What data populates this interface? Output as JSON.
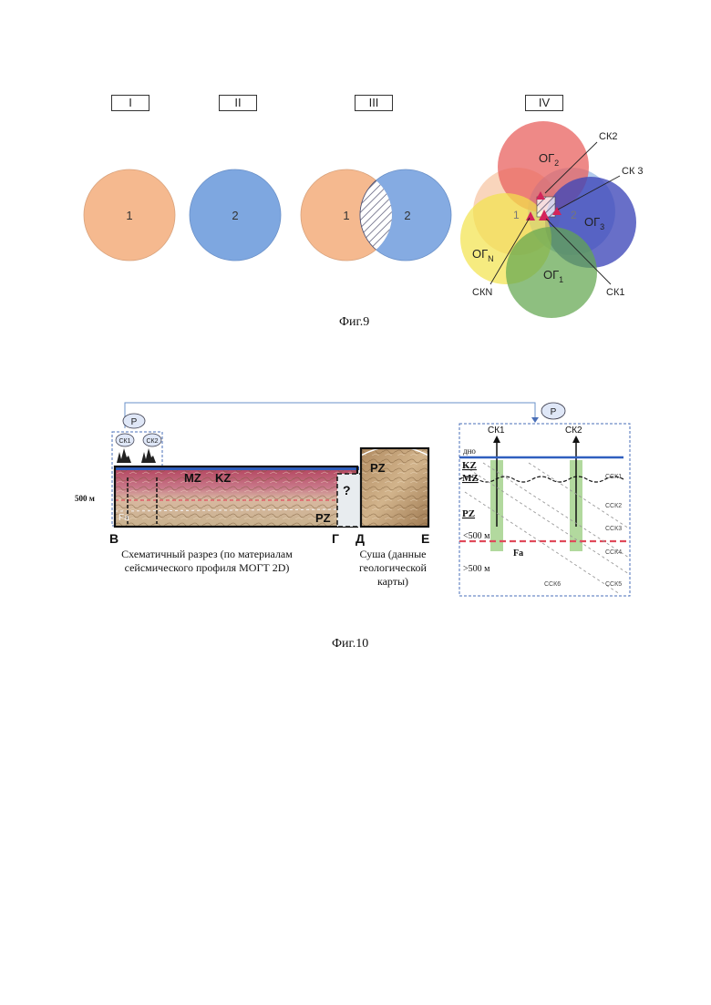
{
  "fig9": {
    "panels": [
      "I",
      "II",
      "III",
      "IV"
    ],
    "circle1": "1",
    "circle2": "2",
    "og2": "ОГ",
    "og2_sub": "2",
    "og3": "ОГ",
    "og3_sub": "3",
    "ogN": "ОГ",
    "ogN_sub": "N",
    "og1": "ОГ",
    "og1_sub": "1",
    "sk2": "СК2",
    "sk3": "СК 3",
    "skN": "СКN",
    "sk1": "СК1",
    "caption": "Фиг.9",
    "colors": {
      "c1": "#f5b98f",
      "c2": "#7ea7e0",
      "og2": "#e8615f",
      "og3": "#3d47b8",
      "ogN": "#f2e34a",
      "og1": "#62a64f"
    }
  },
  "fig10": {
    "p_label": "Р",
    "sk1_small": "СК1",
    "sk2_small": "СК2",
    "depth_label": "500 м",
    "mz": "MZ",
    "kz": "KZ",
    "pz_left": "PZ",
    "pz_top": "PZ",
    "question": "?",
    "fa_left": "Fa",
    "point_b": "В",
    "point_g": "Г",
    "point_d": "Д",
    "point_e": "Е",
    "cap_left": "Схематичный разрез (по материалам сейсмического профиля МОГТ 2D)",
    "cap_left_l1": "Схематичный разрез (по материалам",
    "cap_left_l2": "сейсмического профиля МОГТ 2D)",
    "cap_right_l1": "Суша (данные",
    "cap_right_l2": "геологической",
    "cap_right_l3": "карты)",
    "right": {
      "sk1": "СК1",
      "sk2": "СК2",
      "dno": "дно",
      "kz": "KZ",
      "mz": "MZ",
      "pz": "PZ",
      "lt500": "<500 м",
      "gt500": ">500 м",
      "fa": "Fa",
      "ssk": [
        "ССК1",
        "ССК2",
        "ССК3",
        "ССК4",
        "ССК5",
        "ССК6"
      ]
    },
    "caption": "Фиг.10"
  }
}
